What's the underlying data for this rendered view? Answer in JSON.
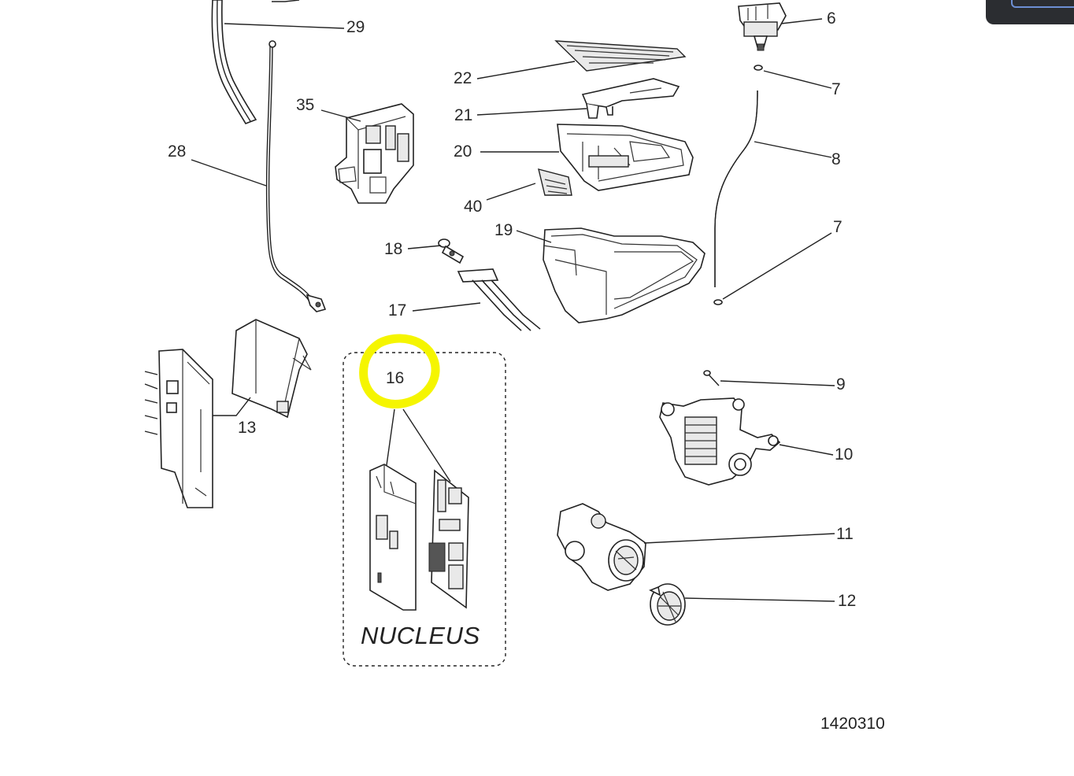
{
  "callouts": {
    "p6": "6",
    "p7a": "7",
    "p8": "8",
    "p7b": "7",
    "p9": "9",
    "p10": "10",
    "p11": "11",
    "p12": "12",
    "p13": "13",
    "p16": "16",
    "p17": "17",
    "p18": "18",
    "p19": "19",
    "p20": "20",
    "p21": "21",
    "p22": "22",
    "p28": "28",
    "p29": "29",
    "p35": "35",
    "p40": "40"
  },
  "group_label": "NUCLEUS",
  "document_number": "1420310",
  "highlight": {
    "color": "#f5f500",
    "target": "16"
  }
}
